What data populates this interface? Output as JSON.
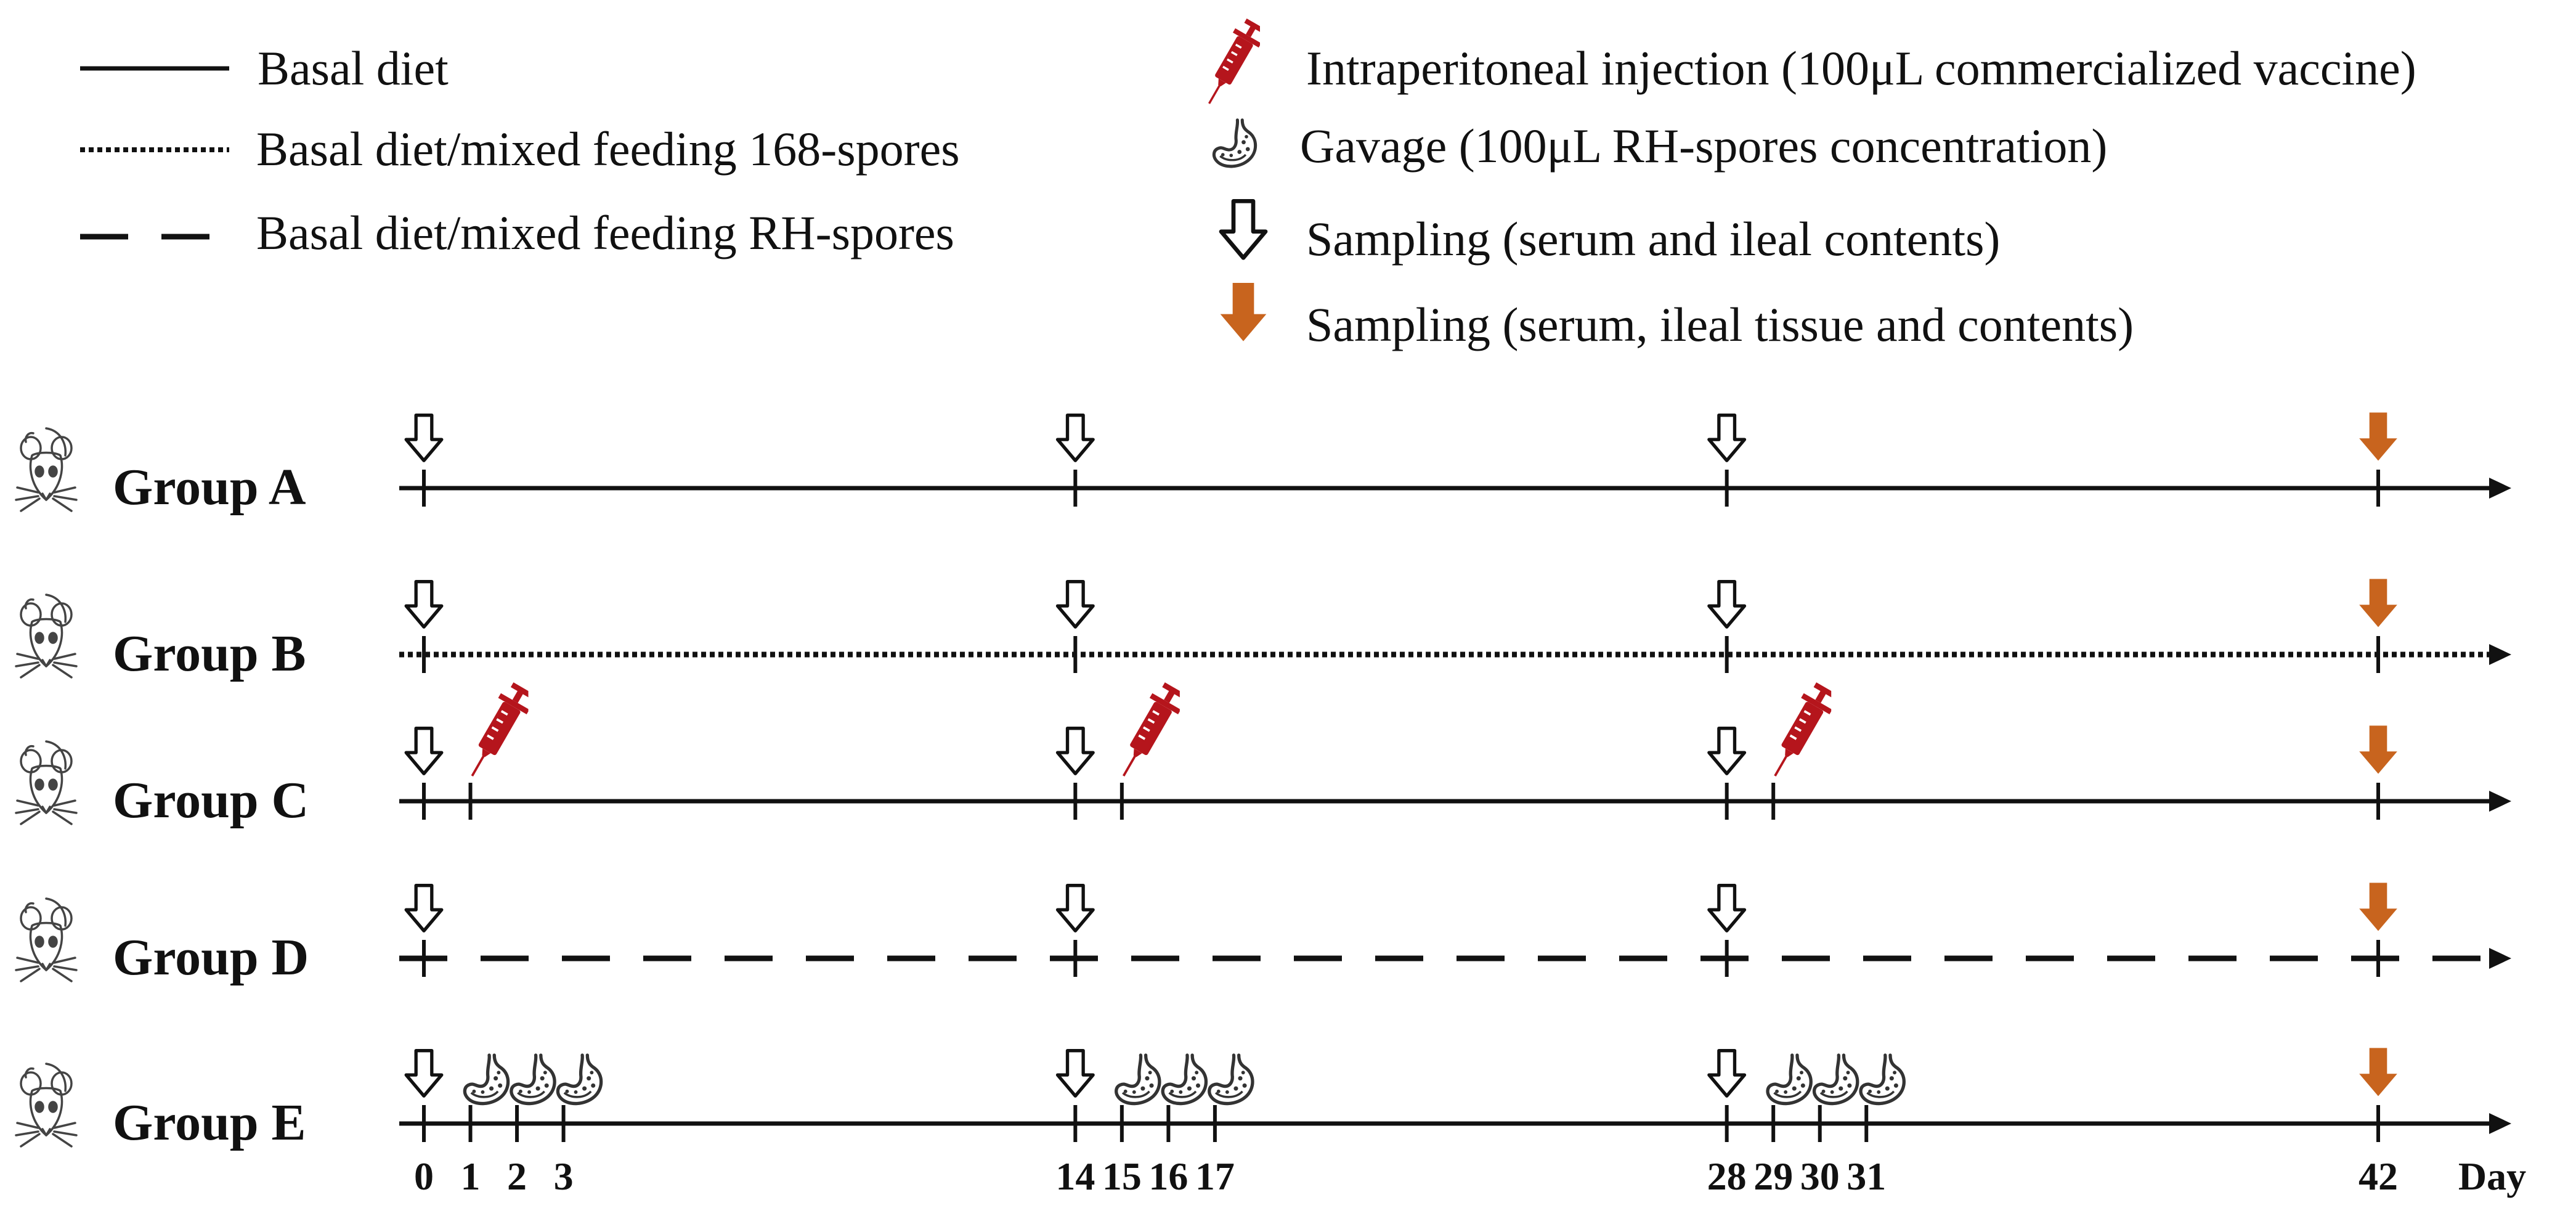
{
  "legend": {
    "lines": [
      {
        "style": "solid",
        "label": "Basal diet"
      },
      {
        "style": "dotted",
        "label": "Basal diet/mixed feeding 168-spores"
      },
      {
        "style": "dashed",
        "label": "Basal diet/mixed feeding RH-spores"
      }
    ],
    "events": [
      {
        "icon": "syringe-icon",
        "label": "Intraperitoneal injection (100μL commercialized vaccine)"
      },
      {
        "icon": "stomach-icon",
        "label": "Gavage (100μL RH-spores concentration)"
      },
      {
        "icon": "hollow-arrow-icon",
        "label": "Sampling (serum and ileal contents)"
      },
      {
        "icon": "orange-arrow-icon",
        "label": "Sampling (serum, ileal tissue and contents)"
      }
    ]
  },
  "colors": {
    "line": "#111111",
    "syringe": "#b5151c",
    "final_sampling": "#c8641e"
  },
  "axis": {
    "day_min": 0,
    "day_max": 42,
    "unit_label": "Day",
    "tick_labels": [
      "0",
      "1",
      "2",
      "3",
      "14",
      "15",
      "16",
      "17",
      "28",
      "29",
      "30",
      "31",
      "42"
    ]
  },
  "groups": [
    {
      "label": "Group A",
      "line_style": "solid",
      "ticks": [
        0,
        14,
        28,
        42
      ],
      "sampling": [
        0,
        14,
        28
      ],
      "final_sampling": [
        42
      ],
      "injection": [],
      "gavage": []
    },
    {
      "label": "Group B",
      "line_style": "dotted",
      "ticks": [
        0,
        14,
        28,
        42
      ],
      "sampling": [
        0,
        14,
        28
      ],
      "final_sampling": [
        42
      ],
      "injection": [],
      "gavage": []
    },
    {
      "label": "Group C",
      "line_style": "solid",
      "ticks": [
        0,
        1,
        14,
        15,
        28,
        29,
        42
      ],
      "sampling": [
        0,
        14,
        28
      ],
      "final_sampling": [
        42
      ],
      "injection": [
        1,
        15,
        29
      ],
      "gavage": []
    },
    {
      "label": "Group D",
      "line_style": "dashed",
      "ticks": [
        0,
        14,
        28,
        42
      ],
      "sampling": [
        0,
        14,
        28
      ],
      "final_sampling": [
        42
      ],
      "injection": [],
      "gavage": []
    },
    {
      "label": "Group E",
      "line_style": "solid",
      "ticks": [
        0,
        1,
        2,
        3,
        14,
        15,
        16,
        17,
        28,
        29,
        30,
        31,
        42
      ],
      "sampling": [
        0,
        14,
        28
      ],
      "final_sampling": [
        42
      ],
      "injection": [],
      "gavage": [
        1,
        2,
        3,
        15,
        16,
        17,
        29,
        30,
        31
      ]
    }
  ]
}
